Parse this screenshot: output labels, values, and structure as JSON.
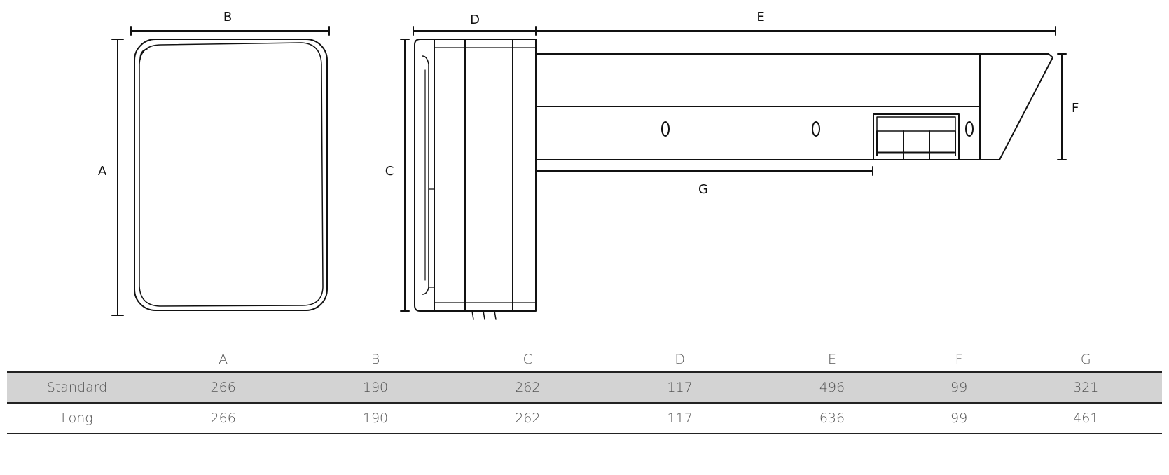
{
  "dimension_labels": {
    "a": "A",
    "b": "B",
    "c": "C",
    "d": "D",
    "e": "E",
    "f": "F",
    "g": "G"
  },
  "table": {
    "columns": [
      "",
      "A",
      "B",
      "C",
      "D",
      "E",
      "F",
      "G"
    ],
    "rows": [
      {
        "label": "Standard",
        "values": [
          "266",
          "190",
          "262",
          "117",
          "496",
          "99",
          "321"
        ]
      },
      {
        "label": "Long",
        "values": [
          "266",
          "190",
          "262",
          "117",
          "636",
          "99",
          "461"
        ]
      }
    ]
  }
}
